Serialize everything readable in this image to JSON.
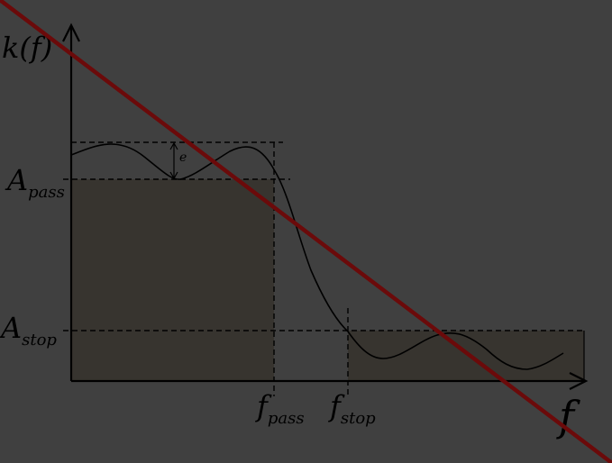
{
  "diagram": {
    "y_axis_label": "k(f)",
    "x_axis_label": "f",
    "passband_label_main": "A",
    "passband_label_sub": "pass",
    "stopband_label_main": "A",
    "stopband_label_sub": "stop",
    "fpass_label_main": "f",
    "fpass_label_sub": "pass",
    "fstop_label_main": "f",
    "fstop_label_sub": "stop",
    "ripple_label": "e"
  },
  "colors": {
    "background": "#404040",
    "band_fill": "#37342f",
    "curve": "#000000",
    "overlay_line": "#6b0a0a"
  }
}
